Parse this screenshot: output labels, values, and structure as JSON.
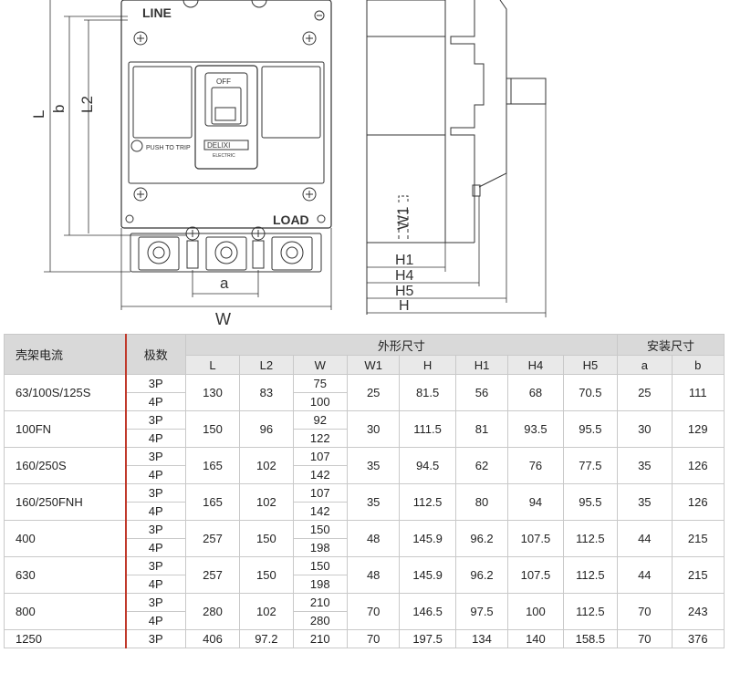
{
  "drawing": {
    "front_labels": {
      "line": "LINE",
      "load": "LOAD",
      "push_to_trip": "PUSH TO TRIP",
      "switch_off": "OFF",
      "brand": "DELIXI",
      "brand_sub": "ELECTRIC"
    },
    "dimension_labels": {
      "L": "L",
      "b": "b",
      "L2": "L2",
      "a": "a",
      "W": "W",
      "H1": "H1",
      "H4": "H4",
      "H5": "H5",
      "H": "H",
      "W1": "W1"
    }
  },
  "table": {
    "headers": {
      "frame_current": "壳架电流",
      "poles": "极数",
      "outline_dims": "外形尺寸",
      "mount_dims": "安装尺寸",
      "columns": [
        "L",
        "L2",
        "W",
        "W1",
        "H",
        "H1",
        "H4",
        "H5",
        "a",
        "b"
      ]
    },
    "rows": [
      {
        "frame": "63/100S/125S",
        "poles": [
          "3P",
          "4P"
        ],
        "L": "130",
        "L2": "83",
        "W": [
          "75",
          "100"
        ],
        "W1": "25",
        "H": "81.5",
        "H1": "56",
        "H4": "68",
        "H5": "70.5",
        "a": "25",
        "b": "111"
      },
      {
        "frame": "100FN",
        "poles": [
          "3P",
          "4P"
        ],
        "L": "150",
        "L2": "96",
        "W": [
          "92",
          "122"
        ],
        "W1": "30",
        "H": "111.5",
        "H1": "81",
        "H4": "93.5",
        "H5": "95.5",
        "a": "30",
        "b": "129"
      },
      {
        "frame": "160/250S",
        "poles": [
          "3P",
          "4P"
        ],
        "L": "165",
        "L2": "102",
        "W": [
          "107",
          "142"
        ],
        "W1": "35",
        "H": "94.5",
        "H1": "62",
        "H4": "76",
        "H5": "77.5",
        "a": "35",
        "b": "126"
      },
      {
        "frame": "160/250FNH",
        "poles": [
          "3P",
          "4P"
        ],
        "L": "165",
        "L2": "102",
        "W": [
          "107",
          "142"
        ],
        "W1": "35",
        "H": "112.5",
        "H1": "80",
        "H4": "94",
        "H5": "95.5",
        "a": "35",
        "b": "126"
      },
      {
        "frame": "400",
        "poles": [
          "3P",
          "4P"
        ],
        "L": "257",
        "L2": "150",
        "W": [
          "150",
          "198"
        ],
        "W1": "48",
        "H": "145.9",
        "H1": "96.2",
        "H4": "107.5",
        "H5": "112.5",
        "a": "44",
        "b": "215"
      },
      {
        "frame": "630",
        "poles": [
          "3P",
          "4P"
        ],
        "L": "257",
        "L2": "150",
        "W": [
          "150",
          "198"
        ],
        "W1": "48",
        "H": "145.9",
        "H1": "96.2",
        "H4": "107.5",
        "H5": "112.5",
        "a": "44",
        "b": "215"
      },
      {
        "frame": "800",
        "poles": [
          "3P",
          "4P"
        ],
        "L": "280",
        "L2": "102",
        "W": [
          "210",
          "280"
        ],
        "W1": "70",
        "H": "146.5",
        "H1": "97.5",
        "H4": "100",
        "H5": "112.5",
        "a": "70",
        "b": "243"
      },
      {
        "frame": "1250",
        "poles": [
          "3P"
        ],
        "L": "406",
        "L2": "97.2",
        "W": [
          "210"
        ],
        "W1": "70",
        "H": "197.5",
        "H1": "134",
        "H4": "140",
        "H5": "158.5",
        "a": "70",
        "b": "376"
      }
    ]
  }
}
